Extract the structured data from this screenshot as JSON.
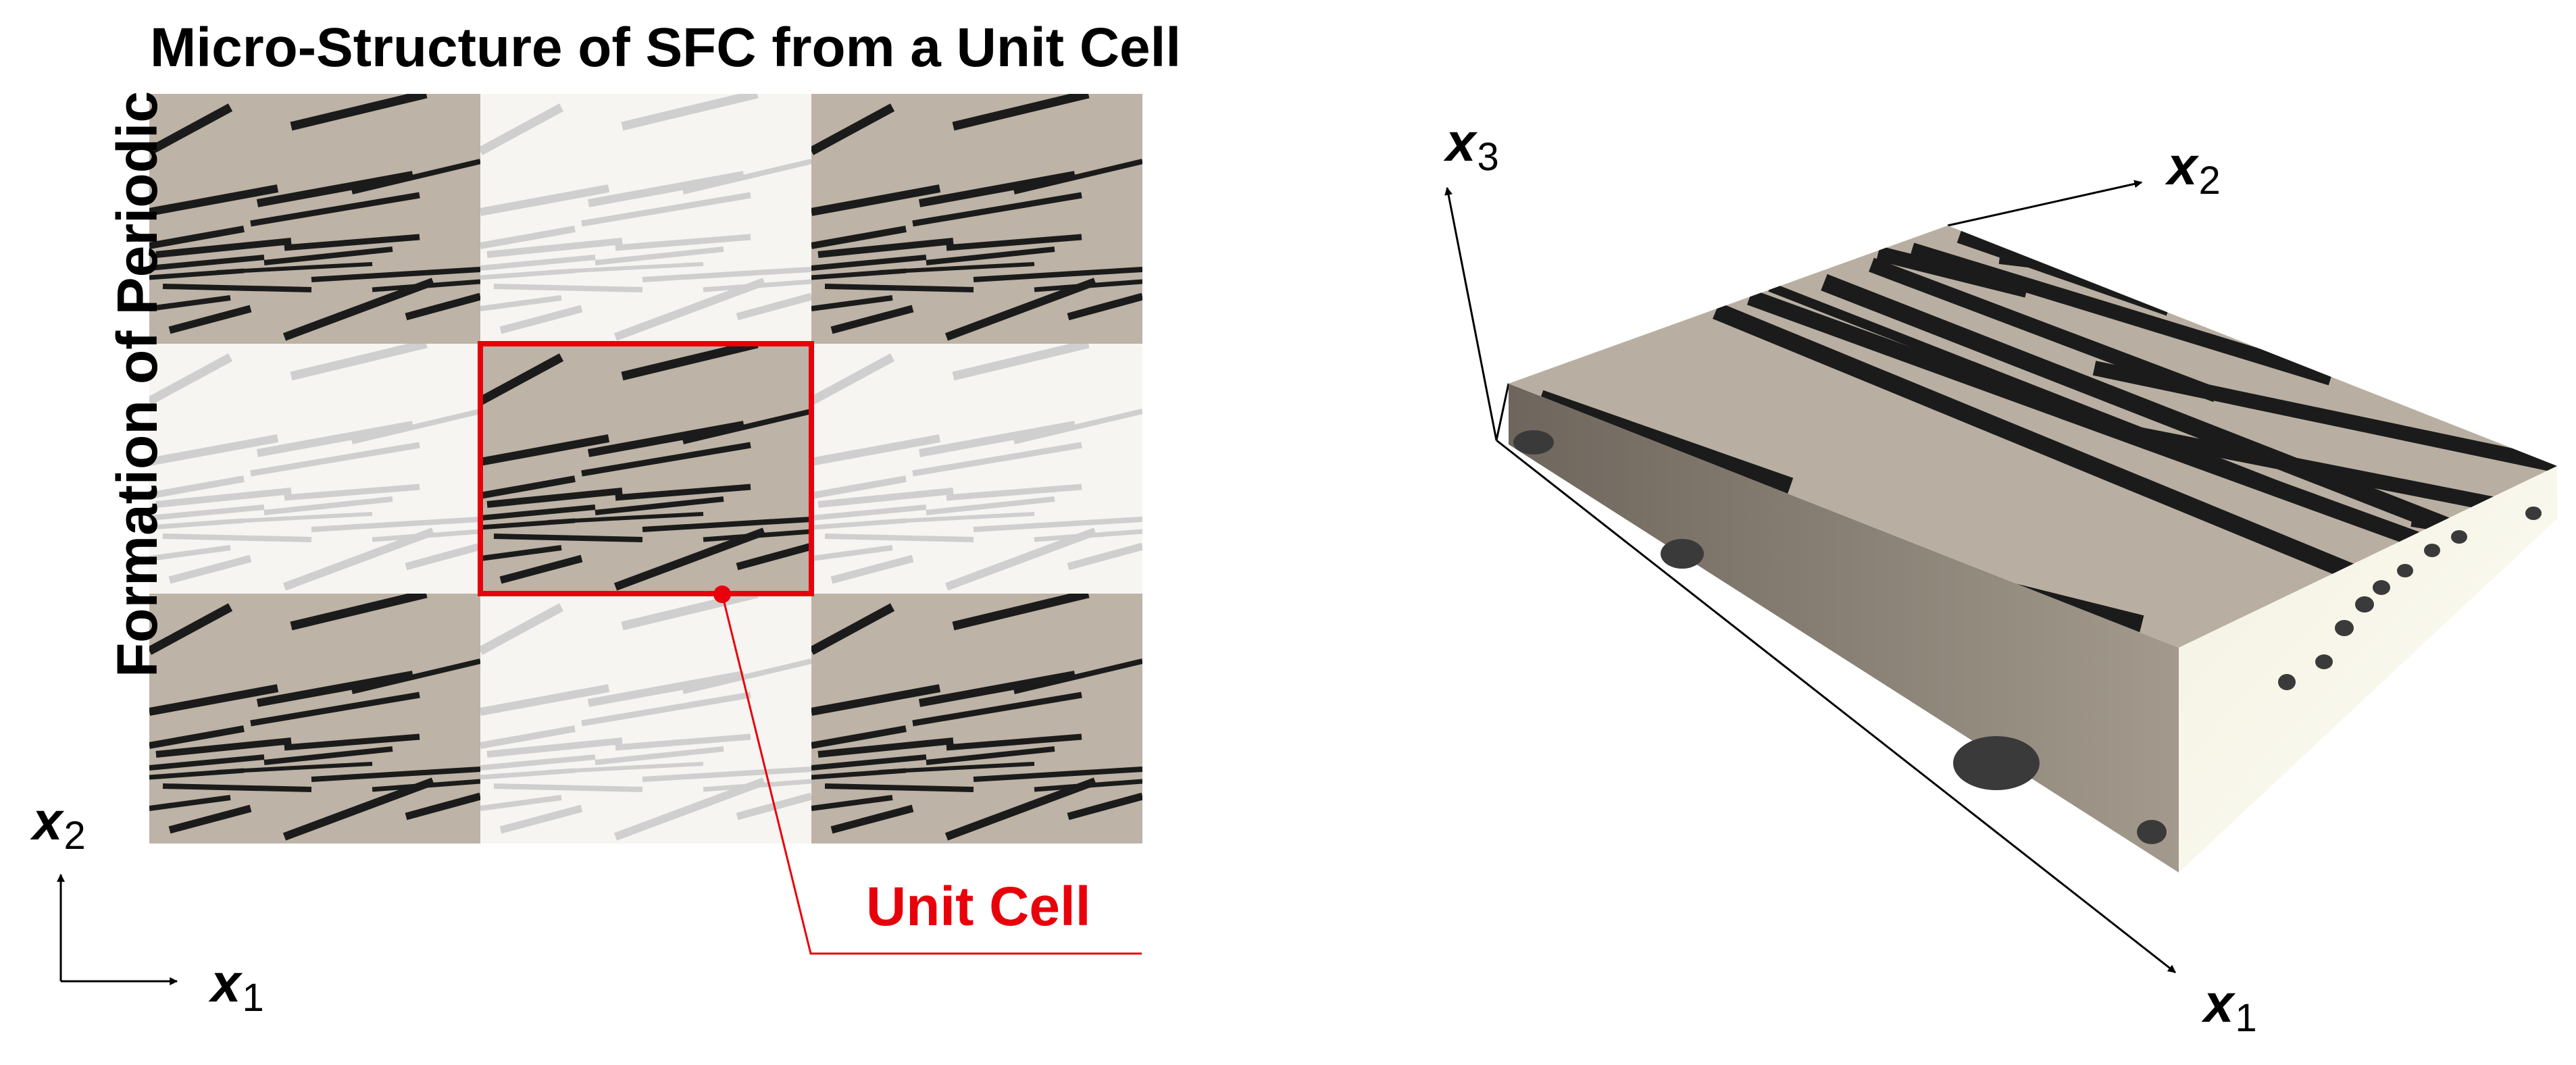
{
  "figure": {
    "title": "Micro-Structure of SFC from a Unit Cell",
    "vertical_title": "Formation of Periodic",
    "unit_cell_label": "Unit Cell"
  },
  "axes_2d": {
    "x_symbol": "x",
    "x_index": "1",
    "y_symbol": "x",
    "y_index": "2"
  },
  "axes_3d": {
    "x1_symbol": "x",
    "x1_index": "1",
    "x2_symbol": "x",
    "x2_index": "2",
    "x3_symbol": "x",
    "x3_index": "3"
  },
  "colors": {
    "matrix": "#bdb3a6",
    "matrix_faded": "#f6f5f1",
    "fiber": "#1b1b1b",
    "fiber_faded": "#cfcfcf",
    "highlight": "#e8000b",
    "slab_top": "#b8afa2",
    "slab_side_front": "#fcfaee",
    "slab_side_left": "#8a8175"
  },
  "tiling": {
    "rows": 3,
    "cols": 3,
    "highlighted_cell": [
      1,
      1
    ]
  },
  "icons": {
    "axis_arrow": "arrowhead-triangle",
    "leader_dot": "filled-circle"
  }
}
